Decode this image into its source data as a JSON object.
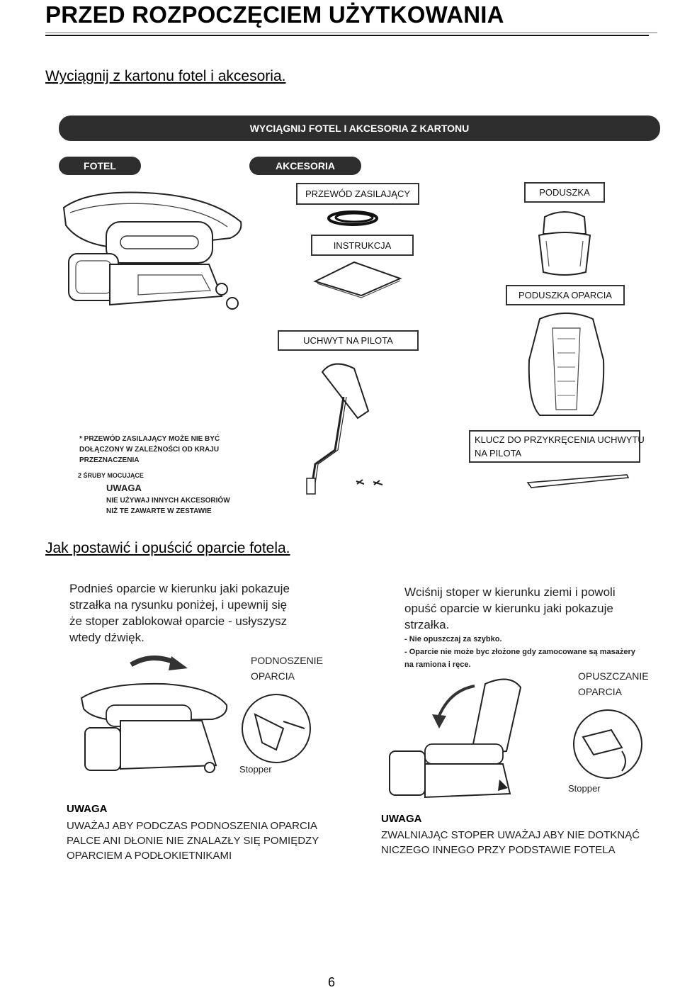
{
  "header": {
    "title": "PRZED ROZPOCZĘCIEM UŻYTKOWANIA",
    "intro": "Wyciągnij z kartonu fotel i akcesoria."
  },
  "unpack_figure": {
    "banner": "WYCIĄGNIJ FOTEL I AKCESORIA Z KARTONU",
    "chair_label": "FOTEL",
    "accessories_label": "AKCESORIA",
    "power_cord": "PRZEWÓD ZASILAJĄCY",
    "pillow": "PODUSZKA",
    "manual": "INSTRUKCJA",
    "back_pillow": "PODUSZKA OPARCIA",
    "remote_holder": "UCHWYT NA PILOTA",
    "wrench_line1": "KLUCZ DO PRZYKRĘCENIA UCHWYTU",
    "wrench_line2": "NA PILOTA",
    "screws": "2 ŚRUBY MOCUJĄCE",
    "cord_note": [
      "* PRZEWÓD ZASILAJĄCY MOŻE NIE BYĆ",
      "DOŁĄCZONY W ZALEŻNOŚCI OD KRAJU",
      "PRZEZNACZENIA"
    ],
    "warning_title": "UWAGA",
    "warning_lines": [
      "NIE UŻYWAJ INNYCH AKCESORIÓW",
      "NIŻ TE ZAWARTE W ZESTAWIE"
    ]
  },
  "section2": {
    "heading": "Jak postawić i opuścić oparcie fotela."
  },
  "raise_panel": {
    "instruction": [
      "Podnieś oparcie w kierunku jaki pokazuje",
      "strzałka na rysunku poniżej, i upewnij się",
      "że stoper zablokował oparcie - usłyszysz",
      "wtedy dźwięk."
    ],
    "caption": [
      "PODNOSZENIE",
      "OPARCIA"
    ],
    "stopper": "Stopper",
    "warning_title": "UWAGA",
    "warning_lines": [
      "UWAŻAJ ABY PODCZAS PODNOSZENIA OPARCIA",
      "PALCE ANI DŁONIE NIE ZNALAZŁY SIĘ POMIĘDZY",
      "OPARCIEM A PODŁOKIETNIKAMI"
    ]
  },
  "lower_panel": {
    "instruction": [
      "Wciśnij stoper w kierunku ziemi i powoli",
      "opuść oparcie w kierunku jaki pokazuje",
      "strzałka."
    ],
    "notes": [
      "- Nie opuszczaj za szybko.",
      "- Oparcie nie może byc złożone gdy zamocowane są masażery",
      "na ramiona i ręce."
    ],
    "caption": [
      "OPUSZCZANIE",
      "OPARCIA"
    ],
    "stopper": "Stopper",
    "warning_title": "UWAGA",
    "warning_lines": [
      "ZWALNIAJĄC STOPER UWAŻAJ ABY NIE DOTKNĄĆ",
      "NICZEGO INNEGO PRZY PODSTAWIE FOTELA"
    ]
  },
  "footer": {
    "page_number": "6"
  }
}
